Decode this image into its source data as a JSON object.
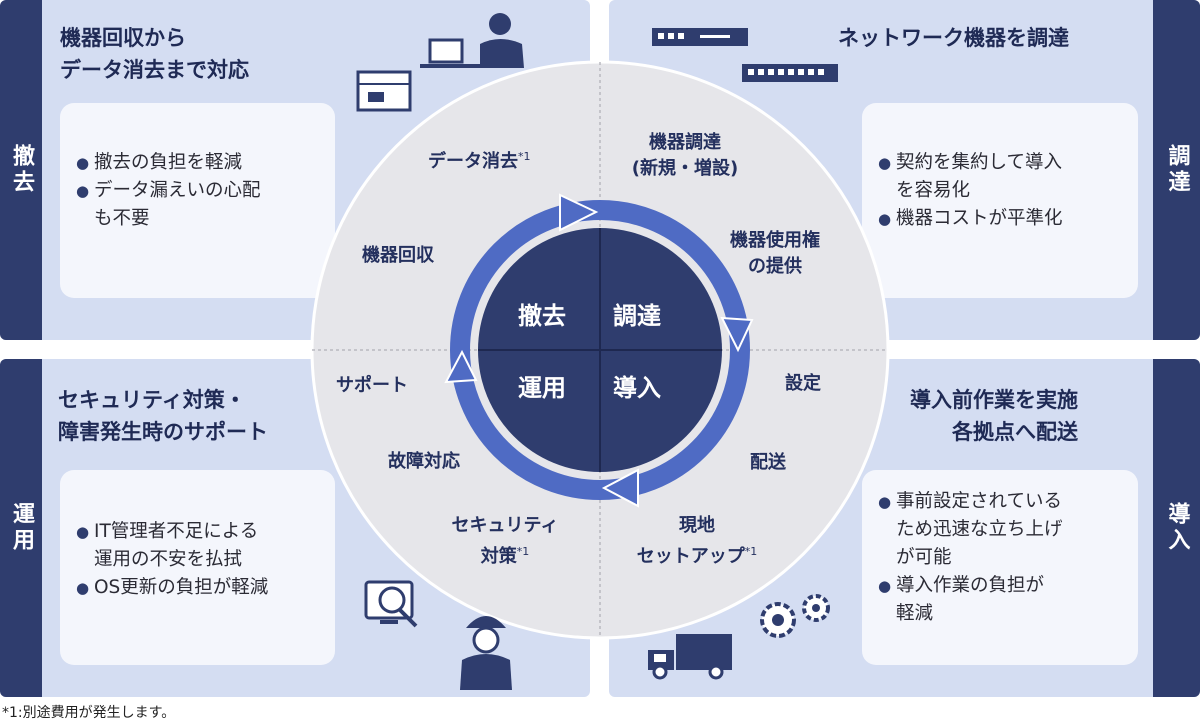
{
  "quadrants": {
    "top_left": {
      "side_label": "撤去",
      "title_lines": [
        "機器回収から",
        "データ消去まで対応"
      ],
      "bullets": [
        "撤去の負担を軽減",
        "データ漏えいの心配",
        "も不要"
      ]
    },
    "top_right": {
      "side_label": "調達",
      "title": "ネットワーク機器を調達",
      "bullets": [
        "契約を集約して導入",
        "を容易化",
        "機器コストが平準化"
      ]
    },
    "bottom_left": {
      "side_label": "運用",
      "title_lines": [
        "セキュリティ対策・",
        "障害発生時のサポート"
      ],
      "bullets": [
        "IT管理者不足による",
        "運用の不安を払拭",
        "OS更新の負担が軽減"
      ]
    },
    "bottom_right": {
      "side_label": "導入",
      "title_lines": [
        "導入前作業を実施",
        "各拠点へ配送"
      ],
      "bullets": [
        "事前設定されている",
        "ため迅速な立ち上げ",
        "が可能",
        "導入作業の負担が",
        "軽減"
      ]
    }
  },
  "wheel": {
    "center": [
      "撤去",
      "調達",
      "運用",
      "導入"
    ],
    "labels": {
      "data_erase": "データ消去",
      "data_erase_note": "*1",
      "device_collect": "機器回収",
      "procure_1": "機器調達",
      "procure_2": "(新規・増設)",
      "usage_rights_1": "機器使用権",
      "usage_rights_2": "の提供",
      "support": "サポート",
      "failure": "故障対応",
      "security_1": "セキュリティ",
      "security_2": "対策",
      "security_note": "*1",
      "config": "設定",
      "delivery": "配送",
      "setup_1": "現地",
      "setup_2": "セットアップ",
      "setup_note": "*1"
    }
  },
  "footnote": "*1:別途費用が発生します。",
  "colors": {
    "panel_bg": "#d4ddf2",
    "navy": "#2f3d6e",
    "ring_blue": "#4f6bc4",
    "wheel_gray": "#e6e6ea"
  },
  "icons": [
    "laptop-user-icon",
    "package-box-icon",
    "network-switch-icon",
    "network-switch-icon",
    "monitor-analytics-icon",
    "worker-icon",
    "gears-icon",
    "truck-icon"
  ]
}
